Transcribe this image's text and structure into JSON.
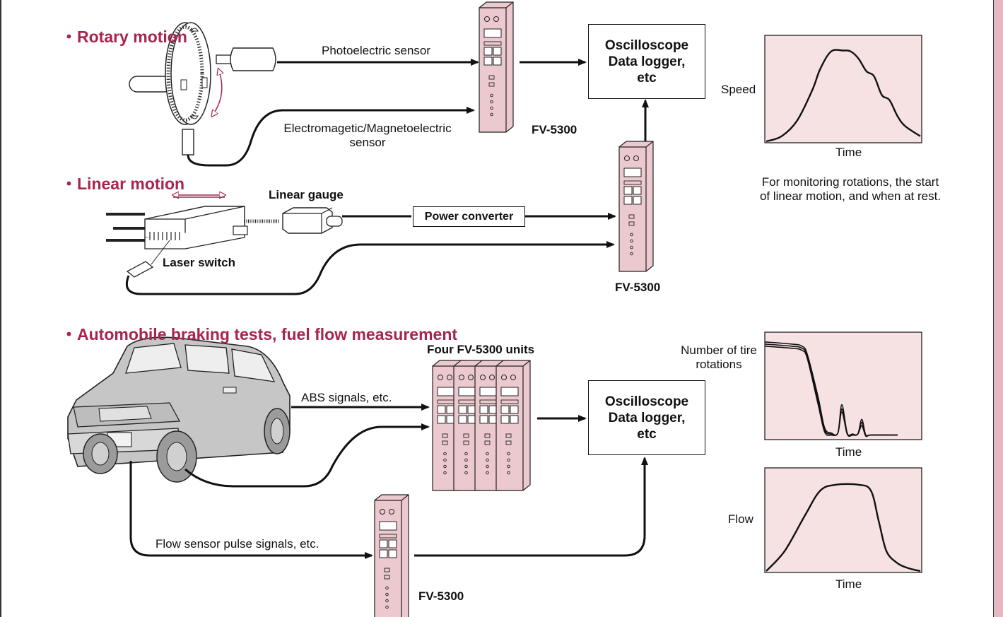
{
  "sections": {
    "rotary": {
      "title": "・Rotary motion"
    },
    "linear": {
      "title": "・Linear motion"
    },
    "automobile": {
      "title": "・Automobile braking tests, fuel flow measurement"
    }
  },
  "labels": {
    "photoelectric_sensor": "Photoelectric sensor",
    "electromagnetic_sensor_line1": "Electromagetic/Magnetoelectric",
    "electromagnetic_sensor_line2": "sensor",
    "fv_rotary": "FV-5300",
    "fv_linear": "FV-5300",
    "fv_flow": "FV-5300",
    "linear_gauge": "Linear gauge",
    "power_converter": "Power converter",
    "laser_switch": "Laser switch",
    "four_units": "Four FV-5300 units",
    "abs_signals": "ABS signals, etc.",
    "flow_sensor": "Flow sensor pulse signals, etc."
  },
  "output_boxes": {
    "top": {
      "line1": "Oscilloscope",
      "line2": "Data logger,",
      "line3": "etc"
    },
    "bottom": {
      "line1": "Oscilloscope",
      "line2": "Data logger,",
      "line3": "etc"
    }
  },
  "note": {
    "line1": "For monitoring rotations, the start",
    "line2": "of linear motion, and when at rest."
  },
  "colors": {
    "accent": "#a6254d",
    "device_fill": "#ecc9ce",
    "graph_fill": "#f6e1e3",
    "car_fill": "#c6c6c6"
  },
  "chart_data": [
    {
      "type": "line",
      "ylabel": "Speed",
      "xlabel": "Time",
      "series": [
        {
          "x": [
            0,
            0.1,
            0.2,
            0.3,
            0.35,
            0.42,
            0.5,
            0.55,
            0.6,
            0.65,
            0.7,
            0.75,
            0.8,
            0.85,
            0.9,
            1.0
          ],
          "y": [
            0.0,
            0.05,
            0.2,
            0.5,
            0.7,
            0.87,
            0.88,
            0.87,
            0.8,
            0.68,
            0.63,
            0.45,
            0.4,
            0.25,
            0.15,
            0.05
          ]
        }
      ]
    },
    {
      "type": "line",
      "ylabel": "Number of tire rotations",
      "xlabel": "Time",
      "series": [
        {
          "x": [
            0,
            0.2,
            0.28,
            0.32,
            0.4,
            0.45,
            0.5,
            0.55,
            0.58,
            0.62,
            0.66,
            0.7,
            0.73,
            0.76,
            0.8,
            1.0
          ],
          "y": [
            0.92,
            0.9,
            0.88,
            0.8,
            0.4,
            0.1,
            0.05,
            0.05,
            0.32,
            0.05,
            0.04,
            0.04,
            0.18,
            0.03,
            0.03,
            0.03
          ]
        },
        {
          "x": [
            0,
            0.2,
            0.28,
            0.32,
            0.4,
            0.45,
            0.5,
            0.55,
            0.58,
            0.62,
            0.66,
            0.7,
            0.73,
            0.76,
            0.8,
            1.0
          ],
          "y": [
            0.9,
            0.88,
            0.86,
            0.78,
            0.36,
            0.08,
            0.04,
            0.05,
            0.28,
            0.04,
            0.03,
            0.04,
            0.15,
            0.03,
            0.03,
            0.03
          ]
        },
        {
          "x": [
            0,
            0.2,
            0.28,
            0.32,
            0.4,
            0.45,
            0.5,
            0.55,
            0.58,
            0.62,
            0.66,
            0.7,
            0.73,
            0.76,
            0.8,
            1.0
          ],
          "y": [
            0.88,
            0.86,
            0.84,
            0.76,
            0.33,
            0.06,
            0.03,
            0.05,
            0.25,
            0.04,
            0.03,
            0.04,
            0.12,
            0.02,
            0.03,
            0.03
          ]
        }
      ]
    },
    {
      "type": "line",
      "ylabel": "Flow",
      "xlabel": "Time",
      "series": [
        {
          "x": [
            0,
            0.12,
            0.25,
            0.35,
            0.45,
            0.6,
            0.68,
            0.73,
            0.78,
            0.85,
            0.92,
            1.0
          ],
          "y": [
            0.0,
            0.2,
            0.55,
            0.8,
            0.86,
            0.86,
            0.8,
            0.5,
            0.2,
            0.08,
            0.03,
            0.0
          ]
        }
      ]
    }
  ]
}
